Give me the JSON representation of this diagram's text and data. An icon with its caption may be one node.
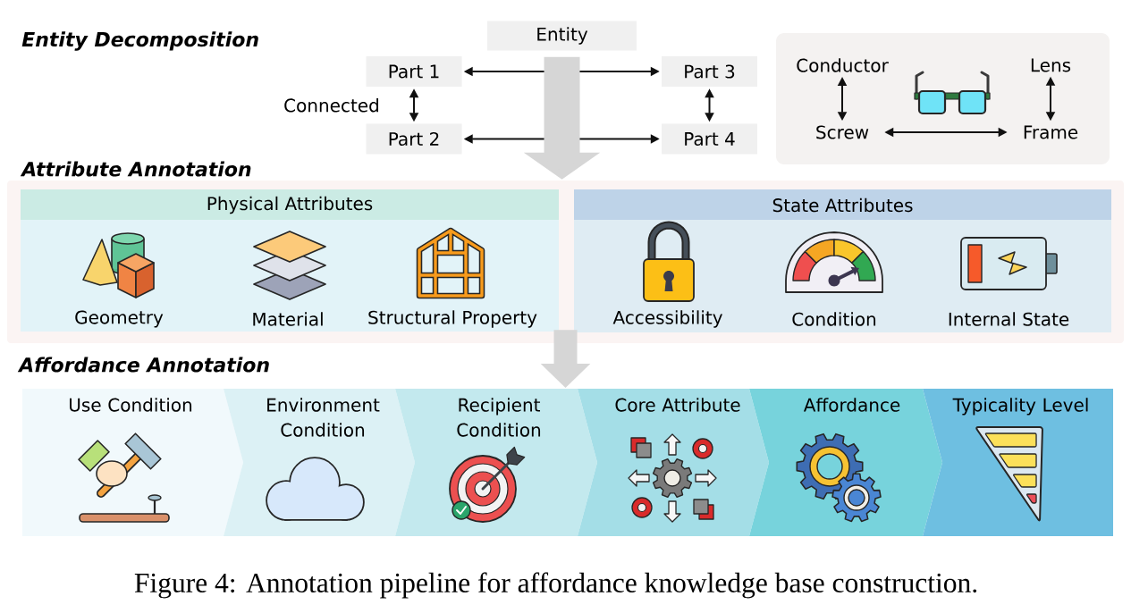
{
  "diagram": {
    "caption": "Figure 4: Annotation pipeline for affordance knowledge base construction.",
    "nodes": [
      {
        "text": [
          "Entity"
        ]
      },
      {
        "text": [
          "Part 1"
        ]
      },
      {
        "text": [
          "Part 3"
        ]
      },
      {
        "text": [
          "Part 2"
        ]
      },
      {
        "text": [
          "Part 4"
        ]
      },
      {
        "text": [],
        "shape": "box"
      },
      {
        "text": [
          "Conductor"
        ],
        "in": 5
      },
      {
        "text": [
          "Lens"
        ],
        "in": 5
      },
      {
        "text": [
          "Screw"
        ],
        "in": 5
      },
      {
        "text": [
          "Frame"
        ],
        "in": 5
      },
      {
        "text": [],
        "shape": "box"
      },
      {
        "text": [
          "Physical Attributes",
          "Geometry",
          "Material",
          "Structural Property"
        ],
        "in": 10
      },
      {
        "text": [
          "State Attributes",
          "Accessibility",
          "Condition",
          "Internal State"
        ],
        "in": 10
      },
      {
        "text": [
          "Use Condition"
        ]
      },
      {
        "text": [
          "Environment Condition"
        ]
      },
      {
        "text": [
          "Recipient Condition"
        ]
      },
      {
        "text": [
          "Core Attribute"
        ]
      },
      {
        "text": [
          "Affordance"
        ]
      },
      {
        "text": [
          "Typicality Level"
        ]
      }
    ],
    "edges": [
      {
        "from": 1,
        "to": 2,
        "arrow": "both"
      },
      {
        "from": 3,
        "to": 4,
        "arrow": "both"
      },
      {
        "from": 1,
        "to": 3,
        "arrow": "both",
        "label": "Connected"
      },
      {
        "from": 2,
        "to": 4,
        "arrow": "both"
      },
      {
        "from": 6,
        "to": 8,
        "arrow": "both"
      },
      {
        "from": 7,
        "to": 9,
        "arrow": "both"
      },
      {
        "from": 8,
        "to": 9,
        "arrow": "both"
      },
      {
        "from": 0,
        "to": 10,
        "arrow": "to",
        "style": "thick",
        "color": "#d6d6d6"
      },
      {
        "from": 10,
        "to": 15,
        "arrow": "to",
        "style": "thick",
        "color": "#d6d6d6"
      }
    ],
    "labels": [
      "Entity Decomposition",
      "Attribute Annotation",
      "Affordance Annotation"
    ]
  }
}
